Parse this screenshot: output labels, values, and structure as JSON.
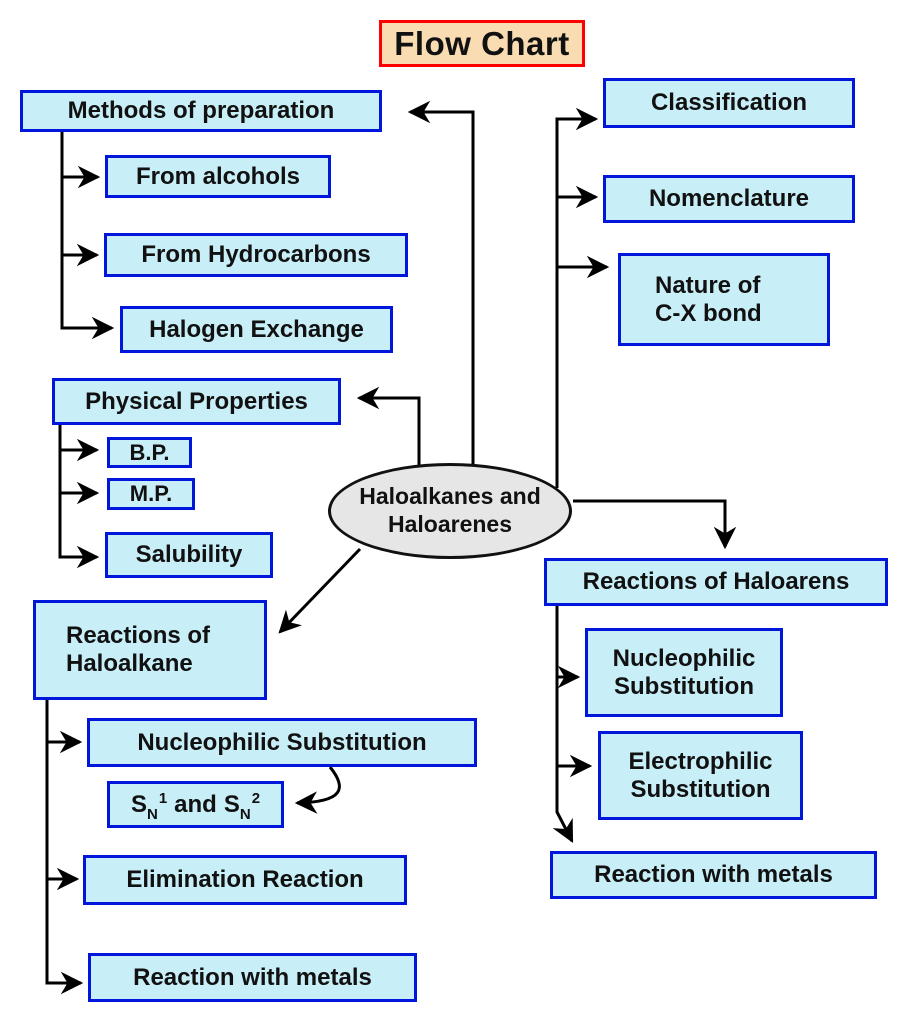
{
  "title": {
    "label": "Flow Chart"
  },
  "center": {
    "line1": "Haloalkanes and",
    "line2": "Haloarenes"
  },
  "left_branch": {
    "methods_of_preparation": "Methods of preparation",
    "from_alcohols": "From alcohols",
    "from_hydrocarbons": "From Hydrocarbons",
    "halogen_exchange": "Halogen Exchange",
    "physical_properties": "Physical Properties",
    "boiling_point": "B.P.",
    "melting_point": "M.P.",
    "solubility": "Salubility",
    "reactions_of_haloalkane": {
      "line1": "Reactions of",
      "line2": "Haloalkane"
    },
    "nucleophilic_substitution": "Nucleophilic Substitution",
    "sn": {
      "s1": "S",
      "sub1": "N",
      "sup1": "1",
      "mid": "and",
      "s2": "S",
      "sub2": "N",
      "sup2": "2"
    },
    "elimination_reaction": "Elimination Reaction",
    "reaction_with_metals": "Reaction with metals"
  },
  "right_branch": {
    "classification": "Classification",
    "nomenclature": "Nomenclature",
    "nature_of_cx_bond": {
      "line1": "Nature of",
      "line2": "C-X bond"
    },
    "reactions_of_haloarens": "Reactions of Haloarens",
    "nucleophilic_substitution": {
      "line1": "Nucleophilic",
      "line2": "Substitution"
    },
    "electrophilic_substitution": {
      "line1": "Electrophilic",
      "line2": "Substitution"
    },
    "reaction_with_metals": "Reaction with metals"
  },
  "colors": {
    "box_fill": "#C8EEF8",
    "box_border": "#0016DB",
    "title_fill": "#FADCB2",
    "title_border": "#FF0000",
    "ellipse_fill": "#E6E6E6",
    "line": "#000000",
    "text": "#111111"
  }
}
